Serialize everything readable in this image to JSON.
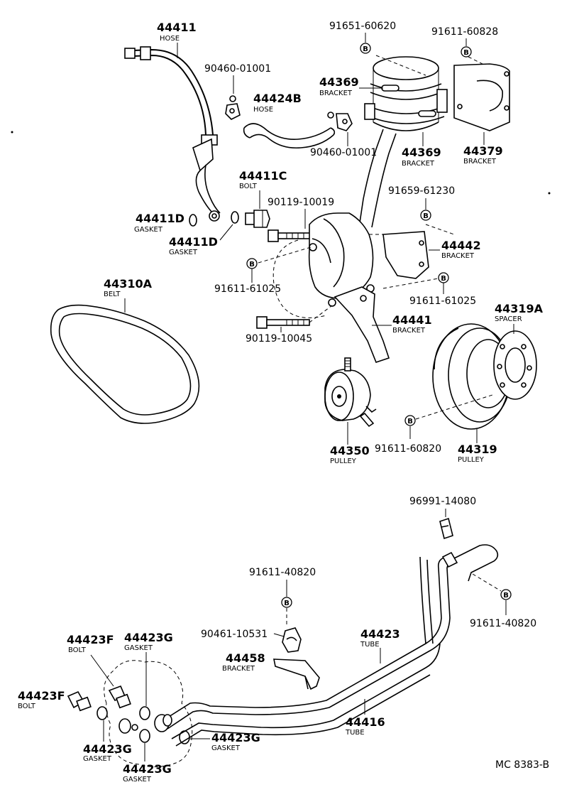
{
  "diagram_id": "MC 8383-B",
  "badge_letter": "B",
  "labels": {
    "p44411": {
      "number": "44411",
      "name": "HOSE"
    },
    "p90460a": {
      "number": "90460-01001"
    },
    "p44424b": {
      "number": "44424B",
      "name": "HOSE"
    },
    "p90460b": {
      "number": "90460-01001"
    },
    "p91651": {
      "number": "91651-60620"
    },
    "p91611_60828": {
      "number": "91611-60828"
    },
    "p44369a": {
      "number": "44369",
      "name": "BRACKET"
    },
    "p44369b": {
      "number": "44369",
      "name": "BRACKET"
    },
    "p44379": {
      "number": "44379",
      "name": "BRACKET"
    },
    "p44411c": {
      "number": "44411C",
      "name": "BOLT"
    },
    "p90119_10019": {
      "number": "90119-10019"
    },
    "p91659": {
      "number": "91659-61230"
    },
    "p44411d_1": {
      "number": "44411D",
      "name": "GASKET"
    },
    "p44411d_2": {
      "number": "44411D",
      "name": "GASKET"
    },
    "p44442": {
      "number": "44442",
      "name": "BRACKET"
    },
    "p91611_61025a": {
      "number": "91611-61025"
    },
    "p91611_61025b": {
      "number": "91611-61025"
    },
    "p44310a": {
      "number": "44310A",
      "name": "BELT"
    },
    "p44319a": {
      "number": "44319A",
      "name": "SPACER"
    },
    "p44441": {
      "number": "44441",
      "name": "BRACKET"
    },
    "p90119_10045": {
      "number": "90119-10045"
    },
    "p44350": {
      "number": "44350",
      "name": "PULLEY"
    },
    "p91611_60820": {
      "number": "91611-60820"
    },
    "p44319": {
      "number": "44319",
      "name": "PULLEY"
    },
    "p96991": {
      "number": "96991-14080"
    },
    "p91611_40820a": {
      "number": "91611-40820"
    },
    "p91611_40820b": {
      "number": "91611-40820"
    },
    "p90461": {
      "number": "90461-10531"
    },
    "p44458": {
      "number": "44458",
      "name": "BRACKET"
    },
    "p44423": {
      "number": "44423",
      "name": "TUBE"
    },
    "p44416": {
      "number": "44416",
      "name": "TUBE"
    },
    "p44423f_1": {
      "number": "44423F",
      "name": "BOLT"
    },
    "p44423f_2": {
      "number": "44423F",
      "name": "BOLT"
    },
    "p44423g_1": {
      "number": "44423G",
      "name": "GASKET"
    },
    "p44423g_2": {
      "number": "44423G",
      "name": "GASKET"
    },
    "p44423g_3": {
      "number": "44423G",
      "name": "GASKET"
    },
    "p44423g_4": {
      "number": "44423G",
      "name": "GASKET"
    }
  }
}
